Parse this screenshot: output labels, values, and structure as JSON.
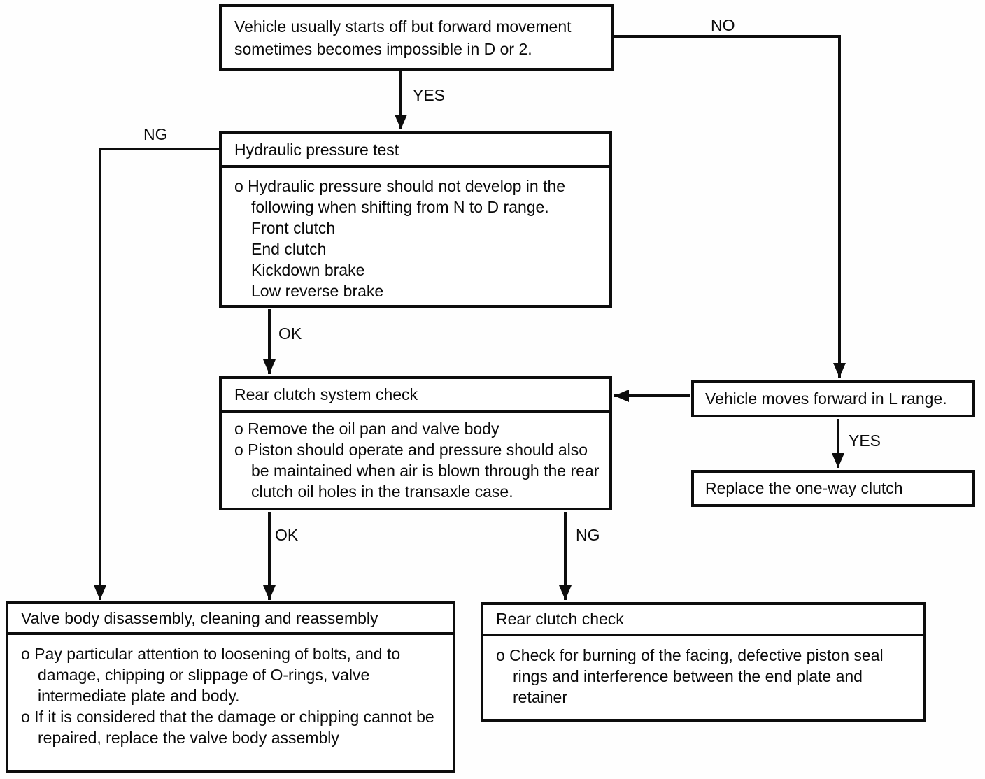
{
  "page": {
    "ink_color": "#0d0d0d",
    "paper_color": "#ffffff"
  },
  "nodes": {
    "start": {
      "text": "Vehicle usually starts off but forward movement sometimes becomes impossible in D or 2."
    },
    "hydraulic": {
      "title": "Hydraulic pressure test",
      "intro": "o Hydraulic pressure should not develop in the following when shifting from N to D range.",
      "items": [
        "Front clutch",
        "End clutch",
        "Kickdown brake",
        "Low reverse brake"
      ]
    },
    "rear_system": {
      "title": "Rear clutch system check",
      "bullets": [
        "o Remove the oil pan and valve body",
        "o Piston should operate and pressure should also be maintained when air is blown through the rear clutch oil holes in the transaxle case."
      ]
    },
    "l_range": {
      "text": "Vehicle moves forward in L range."
    },
    "replace_clutch": {
      "text": "Replace the one-way clutch"
    },
    "valve_body": {
      "title": "Valve body disassembly, cleaning and reassembly",
      "bullets": [
        "o Pay particular attention to loosening of bolts, and to damage, chipping or slippage of O-rings, valve intermediate plate and body.",
        "o If it is considered that the damage or chipping cannot be repaired, replace the valve body assembly"
      ]
    },
    "rear_check": {
      "title": "Rear clutch check",
      "bullets": [
        "o Check for burning of the facing, defective piston seal rings and interference between the end plate and retainer"
      ]
    }
  },
  "labels": {
    "yes_start": "YES",
    "no_start": "NO",
    "ng_hydraulic": "NG",
    "ok_hydraulic": "OK",
    "yes_l_range": "YES",
    "ok_rear_system": "OK",
    "ng_rear_system": "NG"
  }
}
